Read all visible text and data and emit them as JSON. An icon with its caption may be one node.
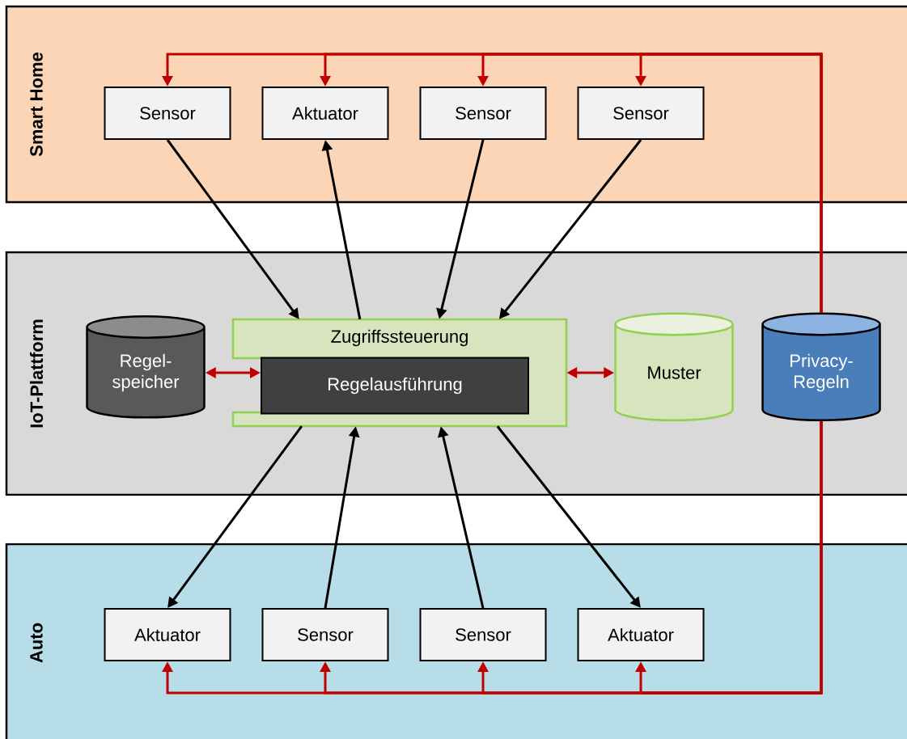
{
  "diagram": {
    "nodes": [
      {
        "text": [
          "Smart Home"
        ]
      },
      {
        "text": [
          "Sensor"
        ],
        "in": 0
      },
      {
        "text": [
          "Aktuator"
        ],
        "in": 0
      },
      {
        "text": [
          "Sensor"
        ],
        "in": 0
      },
      {
        "text": [
          "Sensor"
        ],
        "in": 0
      },
      {
        "text": [
          "IoT-Plattform"
        ]
      },
      {
        "text": [
          "Regel-speicher"
        ],
        "in": 5
      },
      {
        "text": [
          "Zugriffssteuerung"
        ],
        "in": 5
      },
      {
        "text": [
          "Regelausführung"
        ],
        "in": 7
      },
      {
        "text": [
          "Muster"
        ],
        "in": 5
      },
      {
        "text": [
          "Privacy-Regeln"
        ],
        "in": 5
      },
      {
        "text": [
          "Auto"
        ]
      },
      {
        "text": [
          "Aktuator"
        ],
        "in": 11
      },
      {
        "text": [
          "Sensor"
        ],
        "in": 11
      },
      {
        "text": [
          "Sensor"
        ],
        "in": 11
      },
      {
        "text": [
          "Aktuator"
        ],
        "in": 11
      }
    ],
    "edges": [
      {
        "from": 1,
        "to": 7,
        "arrow": "to",
        "color": "#000000"
      },
      {
        "from": 7,
        "to": 2,
        "arrow": "to",
        "color": "#000000"
      },
      {
        "from": 3,
        "to": 7,
        "arrow": "to",
        "color": "#000000"
      },
      {
        "from": 4,
        "to": 7,
        "arrow": "to",
        "color": "#000000"
      },
      {
        "from": 7,
        "to": 12,
        "arrow": "to",
        "color": "#000000"
      },
      {
        "from": 13,
        "to": 7,
        "arrow": "to",
        "color": "#000000"
      },
      {
        "from": 14,
        "to": 7,
        "arrow": "to",
        "color": "#000000"
      },
      {
        "from": 7,
        "to": 15,
        "arrow": "to",
        "color": "#000000"
      },
      {
        "from": 6,
        "to": 8,
        "arrow": "both",
        "color": "#c00000"
      },
      {
        "from": 7,
        "to": 9,
        "arrow": "both",
        "color": "#c00000"
      },
      {
        "from": 10,
        "to": 1,
        "arrow": "to",
        "color": "#c00000"
      },
      {
        "from": 10,
        "to": 2,
        "arrow": "to",
        "color": "#c00000"
      },
      {
        "from": 10,
        "to": 3,
        "arrow": "to",
        "color": "#c00000"
      },
      {
        "from": 10,
        "to": 4,
        "arrow": "to",
        "color": "#c00000"
      },
      {
        "from": 10,
        "to": 12,
        "arrow": "to",
        "color": "#c00000"
      },
      {
        "from": 10,
        "to": 13,
        "arrow": "to",
        "color": "#c00000"
      },
      {
        "from": 10,
        "to": 14,
        "arrow": "to",
        "color": "#c00000"
      },
      {
        "from": 10,
        "to": 15,
        "arrow": "to",
        "color": "#c00000"
      }
    ]
  }
}
